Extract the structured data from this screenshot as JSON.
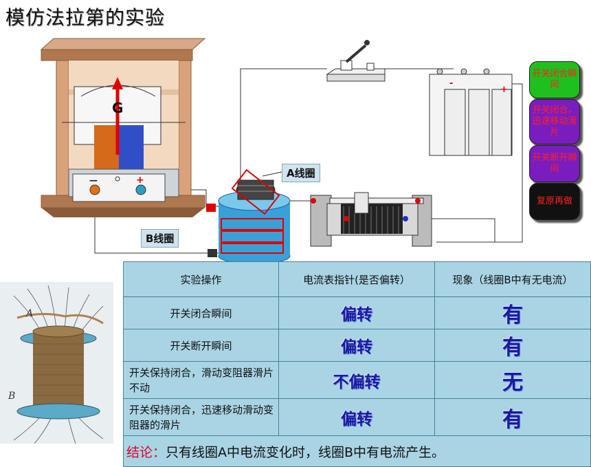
{
  "title": "模仿法拉第的实验",
  "meter": {
    "letter": "G",
    "minus": "—",
    "plus": "+"
  },
  "battery": {
    "plus": "+",
    "minus": "-"
  },
  "labels": {
    "coil_a": "A线圈",
    "coil_b": "B线圈",
    "photo_a": "A",
    "photo_b": "B"
  },
  "buttons": [
    {
      "label": "开关闭合瞬间",
      "bg": "#1fbf1f"
    },
    {
      "label": "开关闭合，迅速移动滑片",
      "bg": "#7a1dbf"
    },
    {
      "label": "开关断开瞬间",
      "bg": "#7a1dbf"
    },
    {
      "label": "复原再做",
      "bg": "#111111"
    }
  ],
  "table": {
    "headers": [
      "实验操作",
      "电流表指针(是否偏转）",
      "现象（线圈B中有无电流）"
    ],
    "rows": [
      {
        "op": "开关闭合瞬间",
        "needle": "偏转",
        "current": "有"
      },
      {
        "op": "开关断开瞬间",
        "needle": "偏转",
        "current": "有"
      },
      {
        "op": "开关保持闭合，滑动变阻器滑片不动",
        "needle": "不偏转",
        "current": "无"
      },
      {
        "op": "开关保持闭合，迅速移动滑动变阻器的滑片",
        "needle": "偏转",
        "current": "有"
      }
    ],
    "conclusion_label": "结论：",
    "conclusion_text": "只有线圈A中电流变化时，线圈B中有电流产生。"
  },
  "colors": {
    "table_bg": "#a9d4e4",
    "answer": "#1a1aa0",
    "conclusion_key": "#e0002a"
  }
}
